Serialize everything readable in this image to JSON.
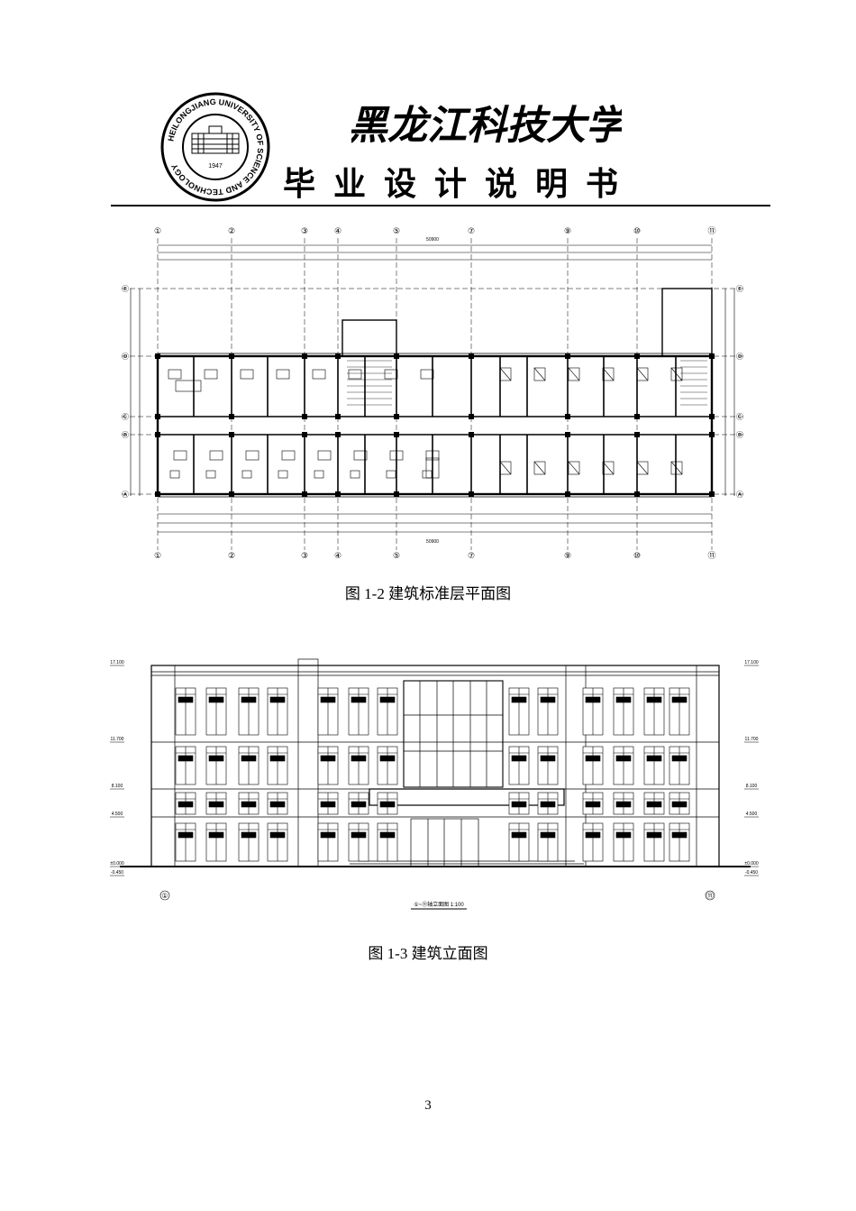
{
  "header": {
    "logo_ring_text": "HEILONGJIANG UNIVERSITY OF SCIENCE AND TECHNOLOGY",
    "university_name": "黑龙江科技大学",
    "doc_title": "毕业设计说明书"
  },
  "figures": [
    {
      "caption": "图 1-2  建筑标准层平面图"
    },
    {
      "caption": "图 1-3  建筑立面图"
    }
  ],
  "plan": {
    "axis_labels": [
      "①",
      "②",
      "③",
      "④",
      "⑤",
      "⑦",
      "⑨",
      "⑩",
      "⑪"
    ],
    "row_labels": [
      "Ⓔ",
      "Ⓓ",
      "Ⓒ",
      "Ⓑ",
      "Ⓐ"
    ],
    "total_dimension": "50900"
  },
  "elevation": {
    "left_axis": "①",
    "right_axis": "⑪",
    "levels": [
      "17.100",
      "11.700",
      "8.100",
      "4.500",
      "±0.000",
      "-0.450"
    ],
    "title": "①~⑪轴立面图  1:100"
  },
  "page_number": "3"
}
